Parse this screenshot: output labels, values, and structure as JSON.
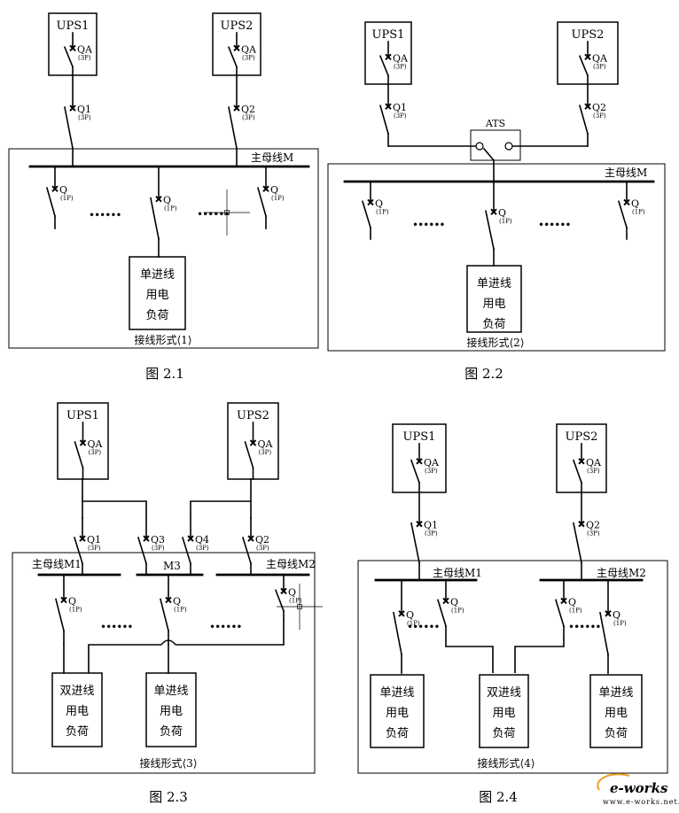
{
  "diagrams": [
    {
      "id": "2-1",
      "caption": "图 2.1",
      "form_label": "接线形式⟨1⟩",
      "ups": [
        {
          "name": "UPS1",
          "breaker": "QA",
          "poles": "(3P)"
        },
        {
          "name": "UPS2",
          "breaker": "QA",
          "poles": "(3P)"
        }
      ],
      "input_breakers": [
        {
          "name": "Q1",
          "poles": "(3P)"
        },
        {
          "name": "Q2",
          "poles": "(3P)"
        }
      ],
      "ats": null,
      "buses": [
        {
          "name": "主母线M"
        }
      ],
      "branch_breakers": [
        {
          "name": "Q",
          "poles": "(1P)"
        },
        {
          "name": "Q",
          "poles": "(1P)"
        },
        {
          "name": "Q",
          "poles": "(1P)"
        }
      ],
      "ellipsis": [
        "••••••",
        "••••••"
      ],
      "loads": [
        {
          "lines": [
            "单进线",
            "用电",
            "负荷"
          ]
        }
      ]
    },
    {
      "id": "2-2",
      "caption": "图 2.2",
      "form_label": "接线形式⟨2⟩",
      "ups": [
        {
          "name": "UPS1",
          "breaker": "QA",
          "poles": "(3P)"
        },
        {
          "name": "UPS2",
          "breaker": "QA",
          "poles": "(3P)"
        }
      ],
      "input_breakers": [
        {
          "name": "Q1",
          "poles": "(3P)"
        },
        {
          "name": "Q2",
          "poles": "(3P)"
        }
      ],
      "ats": {
        "name": "ATS"
      },
      "buses": [
        {
          "name": "主母线M"
        }
      ],
      "branch_breakers": [
        {
          "name": "Q",
          "poles": "(1P)"
        },
        {
          "name": "Q",
          "poles": "(1P)"
        },
        {
          "name": "Q",
          "poles": "(1P)"
        }
      ],
      "ellipsis": [
        "••••••",
        "••••••"
      ],
      "loads": [
        {
          "lines": [
            "单进线",
            "用电",
            "负荷"
          ]
        }
      ]
    },
    {
      "id": "2-3",
      "caption": "图 2.3",
      "form_label": "接线形式⟨3⟩",
      "ups": [
        {
          "name": "UPS1",
          "breaker": "QA",
          "poles": "(3P)"
        },
        {
          "name": "UPS2",
          "breaker": "QA",
          "poles": "(3P)"
        }
      ],
      "input_breakers": [
        {
          "name": "Q1",
          "poles": "(3P)"
        },
        {
          "name": "Q3",
          "poles": "(3P)"
        },
        {
          "name": "Q4",
          "poles": "(3P)"
        },
        {
          "name": "Q2",
          "poles": "(3P)"
        }
      ],
      "ats": null,
      "buses": [
        {
          "name": "主母线M1"
        },
        {
          "name": "M3"
        },
        {
          "name": "主母线M2"
        }
      ],
      "branch_breakers": [
        {
          "name": "Q",
          "poles": "(1P)"
        },
        {
          "name": "Q",
          "poles": "(1P)"
        },
        {
          "name": "Q",
          "poles": "(1P)"
        }
      ],
      "ellipsis": [
        "••••••",
        "••••••"
      ],
      "loads": [
        {
          "lines": [
            "双进线",
            "用电",
            "负荷"
          ]
        },
        {
          "lines": [
            "单进线",
            "用电",
            "负荷"
          ]
        }
      ]
    },
    {
      "id": "2-4",
      "caption": "图 2.4",
      "form_label": "接线形式⟨4⟩",
      "ups": [
        {
          "name": "UPS1",
          "breaker": "QA",
          "poles": "(3P)"
        },
        {
          "name": "UPS2",
          "breaker": "QA",
          "poles": "(3P)"
        }
      ],
      "input_breakers": [
        {
          "name": "Q1",
          "poles": "(3P)"
        },
        {
          "name": "Q2",
          "poles": "(3P)"
        }
      ],
      "ats": null,
      "buses": [
        {
          "name": "主母线M1"
        },
        {
          "name": "主母线M2"
        }
      ],
      "branch_breakers": [
        {
          "name": "Q",
          "poles": "(1P)"
        },
        {
          "name": "Q",
          "poles": "(1P)"
        },
        {
          "name": "Q",
          "poles": "(1P)"
        },
        {
          "name": "Q",
          "poles": "(1P)"
        }
      ],
      "ellipsis": [
        "••••••",
        "••••••"
      ],
      "loads": [
        {
          "lines": [
            "单进线",
            "用电",
            "负荷"
          ]
        },
        {
          "lines": [
            "双进线",
            "用电",
            "负荷"
          ]
        },
        {
          "lines": [
            "单进线",
            "用电",
            "负荷"
          ]
        }
      ]
    }
  ],
  "watermark": {
    "brand": "e-works",
    "domain": "www.e-works.net.cn"
  }
}
